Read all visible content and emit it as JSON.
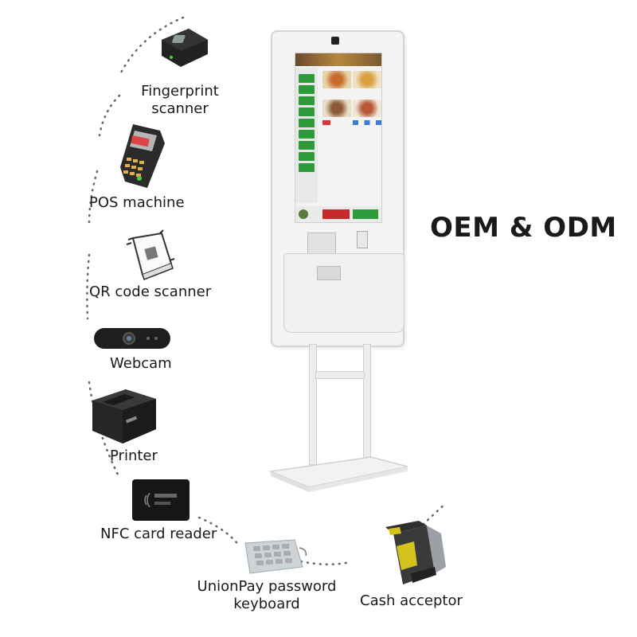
{
  "headline": "OEM & ODM",
  "peripherals": [
    {
      "id": "fingerprint",
      "label": "Fingerprint\nscanner",
      "icon": "fingerprint-scanner-icon"
    },
    {
      "id": "pos",
      "label": "POS machine",
      "icon": "pos-machine-icon"
    },
    {
      "id": "qr",
      "label": "QR code scanner",
      "icon": "qr-code-scanner-icon"
    },
    {
      "id": "webcam",
      "label": "Webcam",
      "icon": "webcam-icon"
    },
    {
      "id": "printer",
      "label": "Printer",
      "icon": "printer-icon"
    },
    {
      "id": "nfc",
      "label": "NFC card reader",
      "icon": "nfc-card-reader-icon"
    },
    {
      "id": "keyboard",
      "label": "UnionPay password\nkeyboard",
      "icon": "password-keyboard-icon"
    },
    {
      "id": "cash",
      "label": "Cash acceptor",
      "icon": "cash-acceptor-icon"
    }
  ],
  "colors": {
    "accent": "#2e9b3a",
    "text": "#1a1a1a",
    "kiosk": "#f4f4f4",
    "device_dark": "#2a2a2a"
  }
}
